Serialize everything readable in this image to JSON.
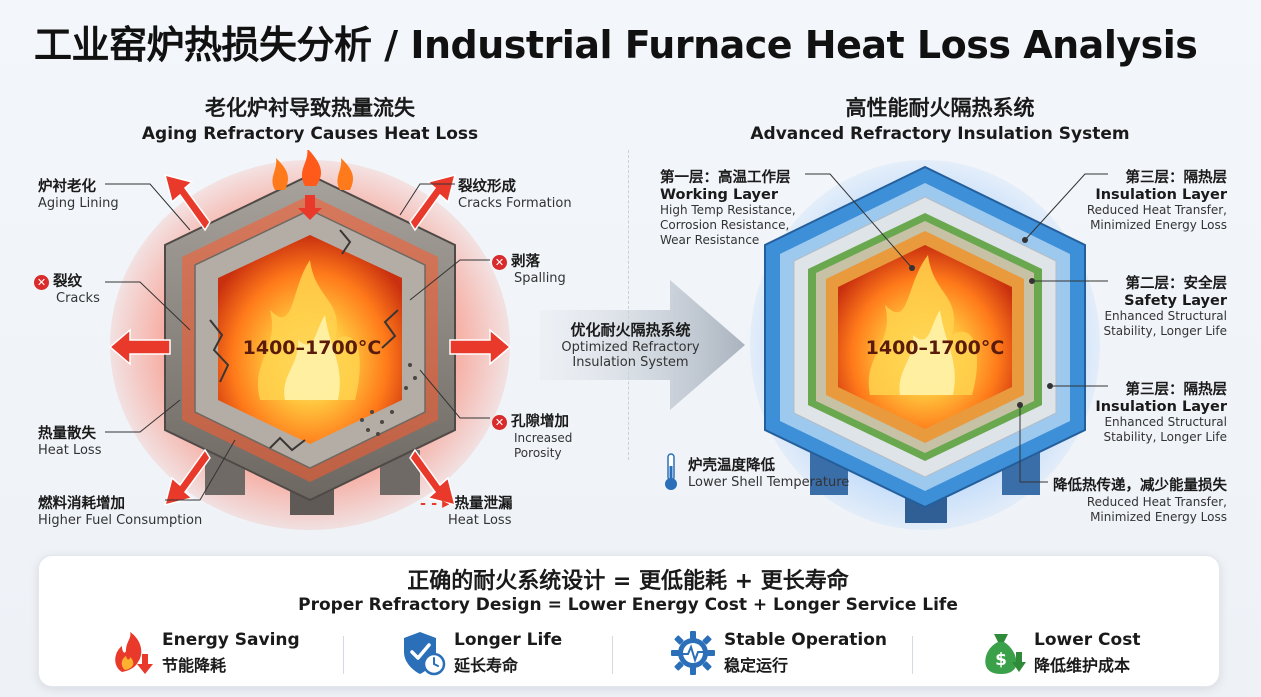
{
  "title": "工业窑炉热损失分析 / Industrial Furnace Heat Loss Analysis",
  "left": {
    "heading_zh": "老化炉衬导致热量流失",
    "heading_en": "Aging Refractory Causes Heat Loss",
    "temperature": "1400–1700°C",
    "labels": {
      "aging_zh": "炉衬老化",
      "aging_en": "Aging Lining",
      "cracks_zh": "裂纹",
      "cracks_en": "Cracks",
      "heatloss_zh": "热量散失",
      "heatloss_en": "Heat Loss",
      "fuel_zh": "燃料消耗增加",
      "fuel_en": "Higher Fuel Consumption",
      "crackform_zh": "裂纹形成",
      "crackform_en": "Cracks Formation",
      "spalling_zh": "剥落",
      "spalling_en": "Spalling",
      "porosity_zh": "孔隙增加",
      "porosity_en1": "Increased",
      "porosity_en2": "Porosity",
      "leak_zh": "热量泄漏",
      "leak_en": "Heat Loss"
    }
  },
  "middle": {
    "zh": "优化耐火隔热系统",
    "en1": "Optimized Refractory",
    "en2": "Insulation System"
  },
  "right": {
    "heading_zh": "高性能耐火隔热系统",
    "heading_en": "Advanced Refractory Insulation System",
    "temperature": "1400–1700°C",
    "labels": {
      "layer1_zh": "第一层：高温工作层",
      "layer1_en": "Working Layer",
      "layer1_d1": "High Temp Resistance,",
      "layer1_d2": "Corrosion Resistance,",
      "layer1_d3": "Wear Resistance",
      "layer3a_zh": "第三层：隔热层",
      "layer3a_en": "Insulation Layer",
      "layer3a_d1": "Reduced Heat Transfer,",
      "layer3a_d2": "Minimized Energy Loss",
      "layer2_zh": "第二层：安全层",
      "layer2_en": "Safety Layer",
      "layer2_d1": "Enhanced Structural",
      "layer2_d2": "Stability, Longer Life",
      "layer3b_zh": "第三层：隔热层",
      "layer3b_en": "Insulation Layer",
      "layer3b_d1": "Enhanced Structural",
      "layer3b_d2": "Stability, Longer Life",
      "shell_zh": "炉壳温度降低",
      "shell_en": "Lower Shell Temperature",
      "reduce_zh": "降低热传递，减少能量损失",
      "reduce_d1": "Reduced Heat Transfer,",
      "reduce_d2": "Minimized Energy Loss"
    }
  },
  "bottom": {
    "zh": "正确的耐火系统设计 = 更低能耗 + 更长寿命",
    "en": "Proper Refractory Design = Lower Energy Cost + Longer Service Life",
    "features": [
      {
        "en": "Energy Saving",
        "zh": "节能降耗",
        "icon": "flame-down-icon"
      },
      {
        "en": "Longer Life",
        "zh": "延长寿命",
        "icon": "shield-clock-icon"
      },
      {
        "en": "Stable Operation",
        "zh": "稳定运行",
        "icon": "gear-pulse-icon"
      },
      {
        "en": "Lower Cost",
        "zh": "降低维护成本",
        "icon": "money-bag-icon"
      }
    ]
  },
  "colors": {
    "accent_red": "#e8392b",
    "flame_orange": "#ff8a1c",
    "insulation_blue": "#3d8fd8",
    "safety_green": "#6aa84f"
  }
}
